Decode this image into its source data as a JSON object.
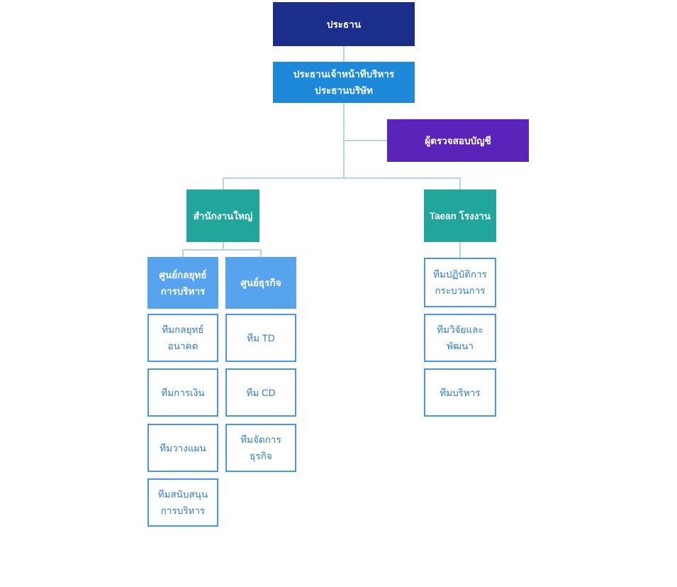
{
  "chart": {
    "type": "org-chart",
    "colors": {
      "navy": "#1c2e8b",
      "bright_blue": "#1e88d9",
      "purple": "#5a24ba",
      "teal": "#21a69b",
      "light_blue": "#57a3ee",
      "outline_border": "#4896ea",
      "outline_text": "#2e7ccd",
      "connector": "#b5d5e6",
      "background": "#ffffff"
    },
    "nodes": {
      "chairman": {
        "label": "ประธาน"
      },
      "ceo": {
        "label": "ประธานเจ้าหน้าทีบริหาร\nประธานบริษัท"
      },
      "auditor": {
        "label": "ผู้ตรวจสอบบัญชี"
      },
      "head_office": {
        "label": "สำนักงานใหญ่"
      },
      "taean_factory": {
        "label": "Taean โรงงาน"
      },
      "strategy_center": {
        "label": "ศูนย์กลยุทธ์\nการบริหาร"
      },
      "business_center": {
        "label": "ศูนย์ธุรกิจ"
      },
      "future_strategy_team": {
        "label": "ทีมกลยุทธ์\nอนาคต"
      },
      "td_team": {
        "label": "ทีม TD"
      },
      "finance_team": {
        "label": "ทีมการเงิน"
      },
      "cd_team": {
        "label": "ทีม CD"
      },
      "planning_team": {
        "label": "ทีมวางแผน"
      },
      "business_management_team": {
        "label": "ทีมจัดการ\nธุรกิจ"
      },
      "management_support_team": {
        "label": "ทีมสนับสนุน\nการบริหาร"
      },
      "process_operation_team": {
        "label": "ทีมปฏิบัติการ\nกระบวนการ"
      },
      "rnd_team": {
        "label": "ทีมวิจัยและ\nพัฒนา"
      },
      "management_team": {
        "label": "ทีมบริหาร"
      }
    }
  }
}
